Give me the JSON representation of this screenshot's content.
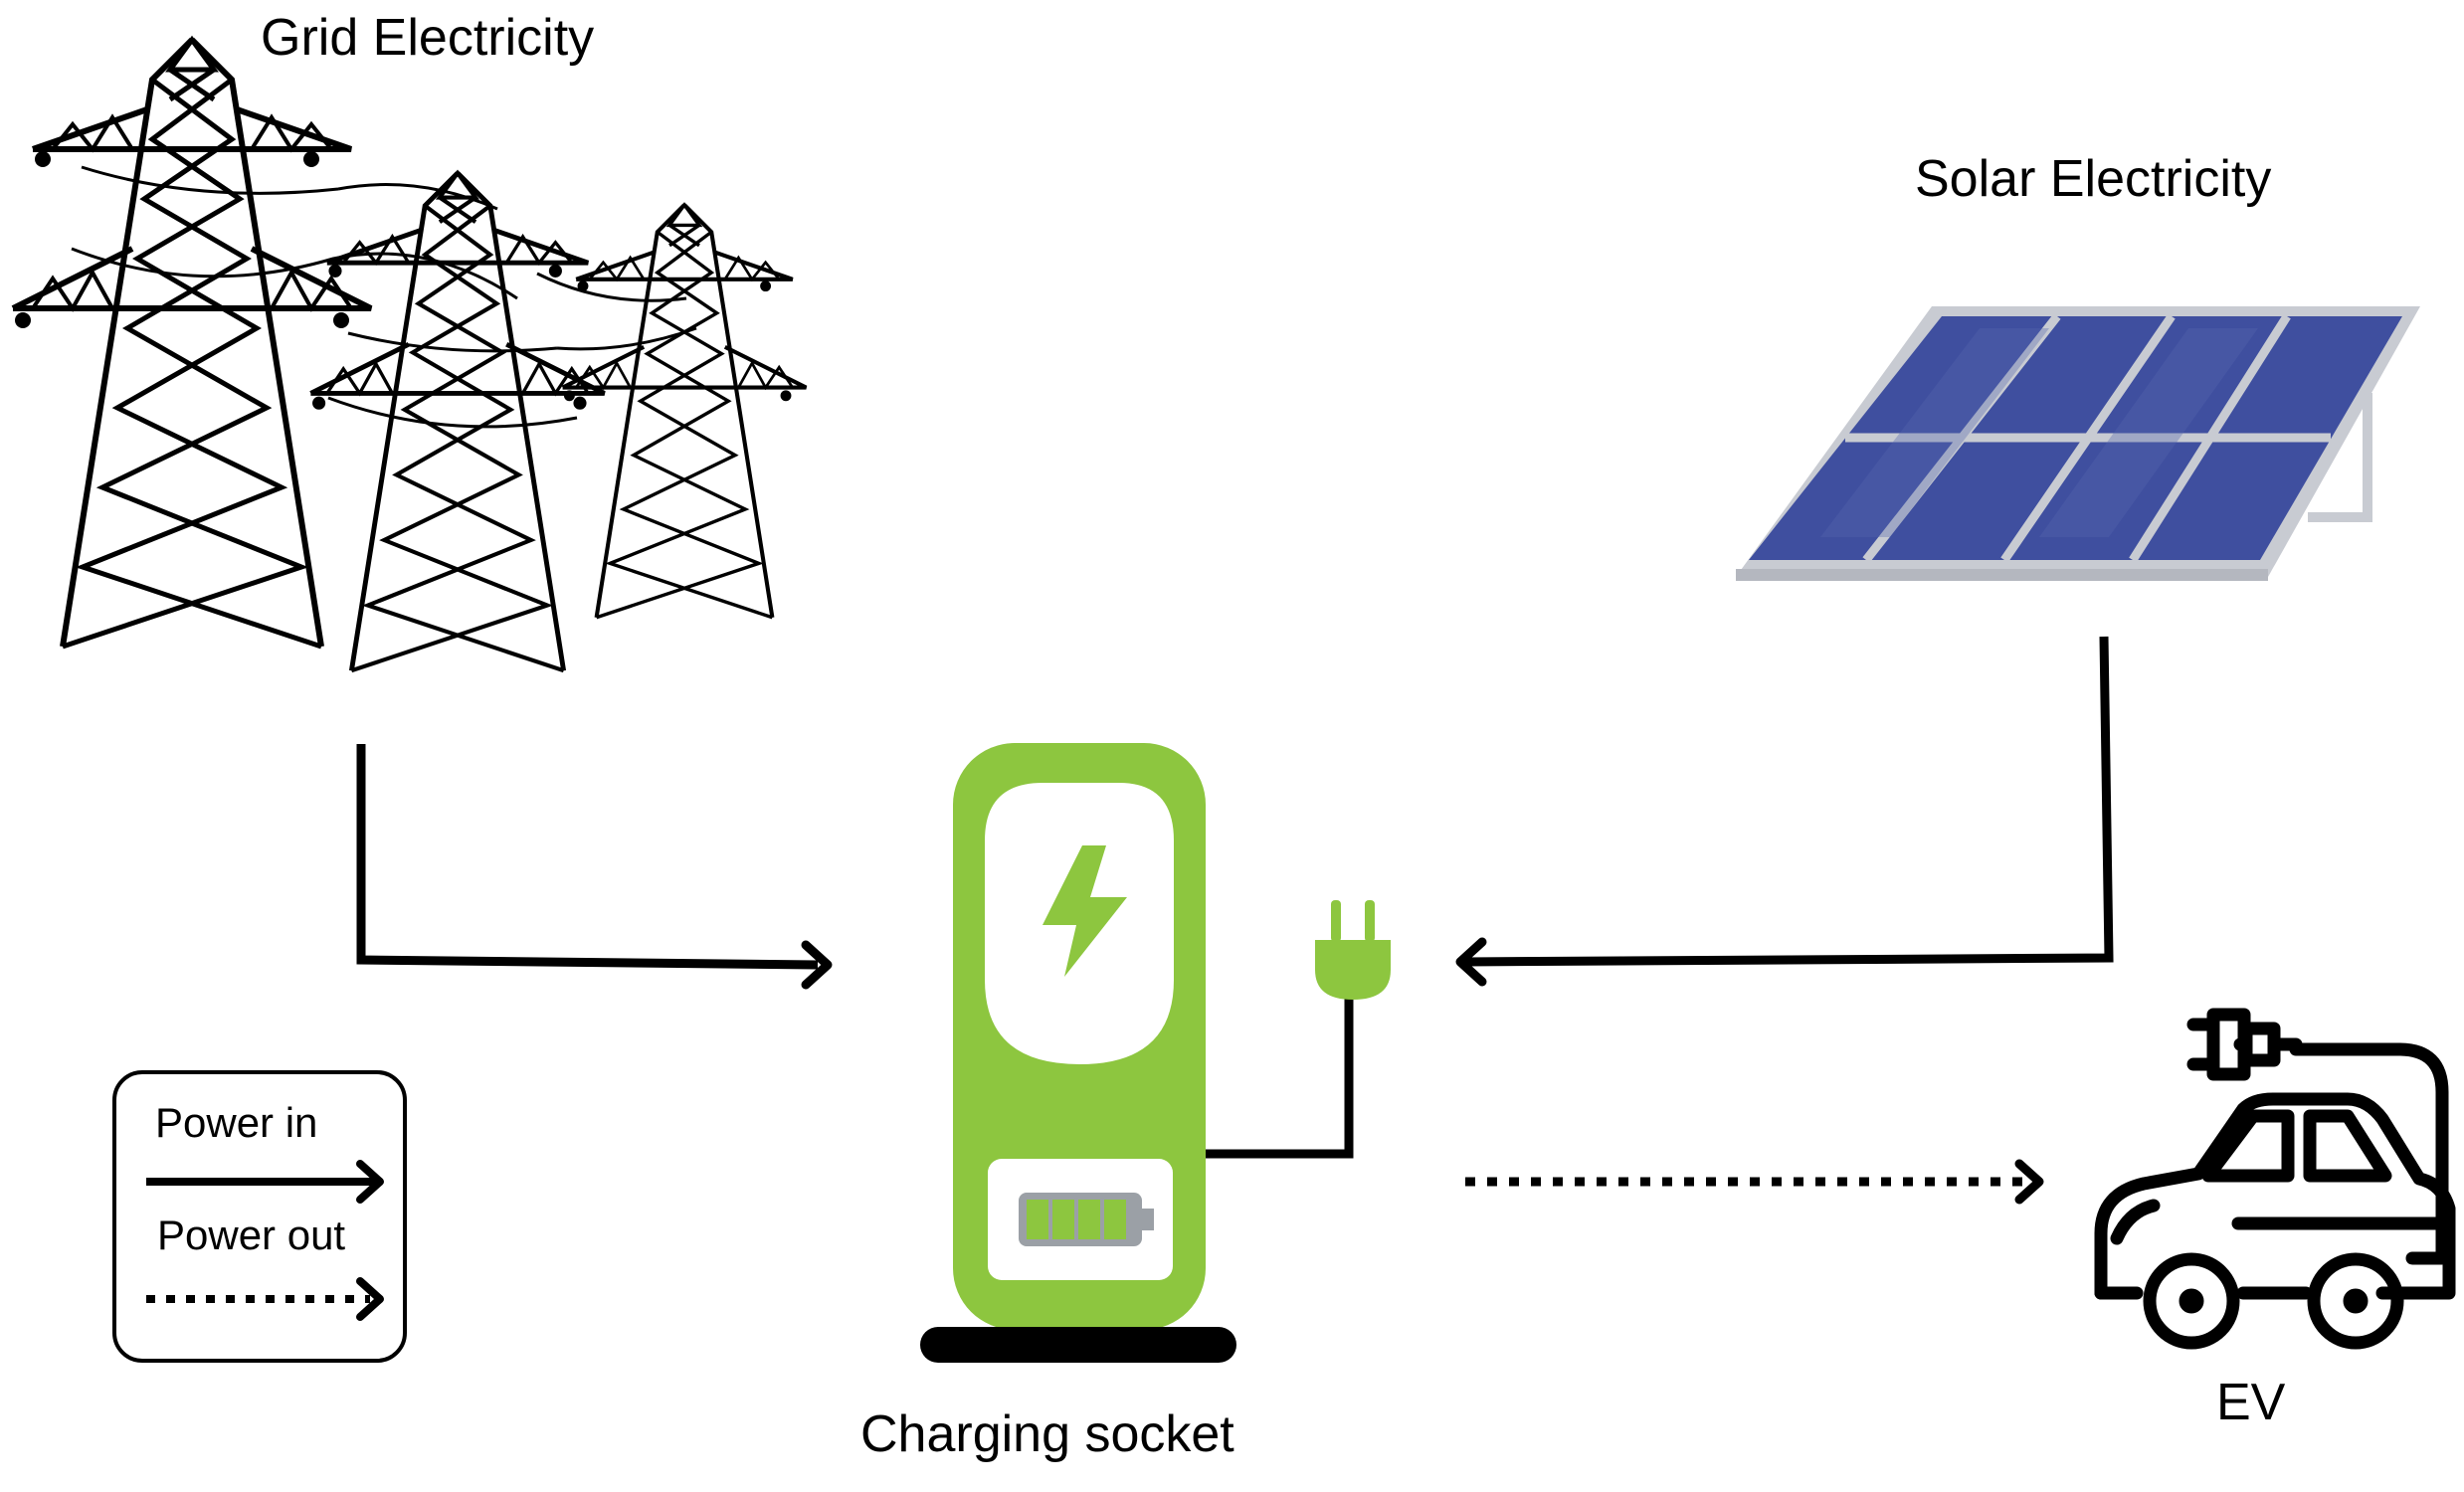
{
  "labels": {
    "grid": "Grid Electricity",
    "solar": "Solar Electricity",
    "socket": "Charging socket",
    "ev": "EV"
  },
  "legend": {
    "power_in": "Power in",
    "power_out": "Power out"
  },
  "colors": {
    "charger_green": "#8dc63f",
    "panel_blue": "#3f4f9f",
    "panel_frame": "#c8cbd2",
    "ink": "#000000"
  },
  "icons": [
    "transmission-tower-icon",
    "solar-panel-icon",
    "ev-charger-icon",
    "lightning-icon",
    "battery-icon",
    "plug-icon",
    "electric-car-icon"
  ]
}
